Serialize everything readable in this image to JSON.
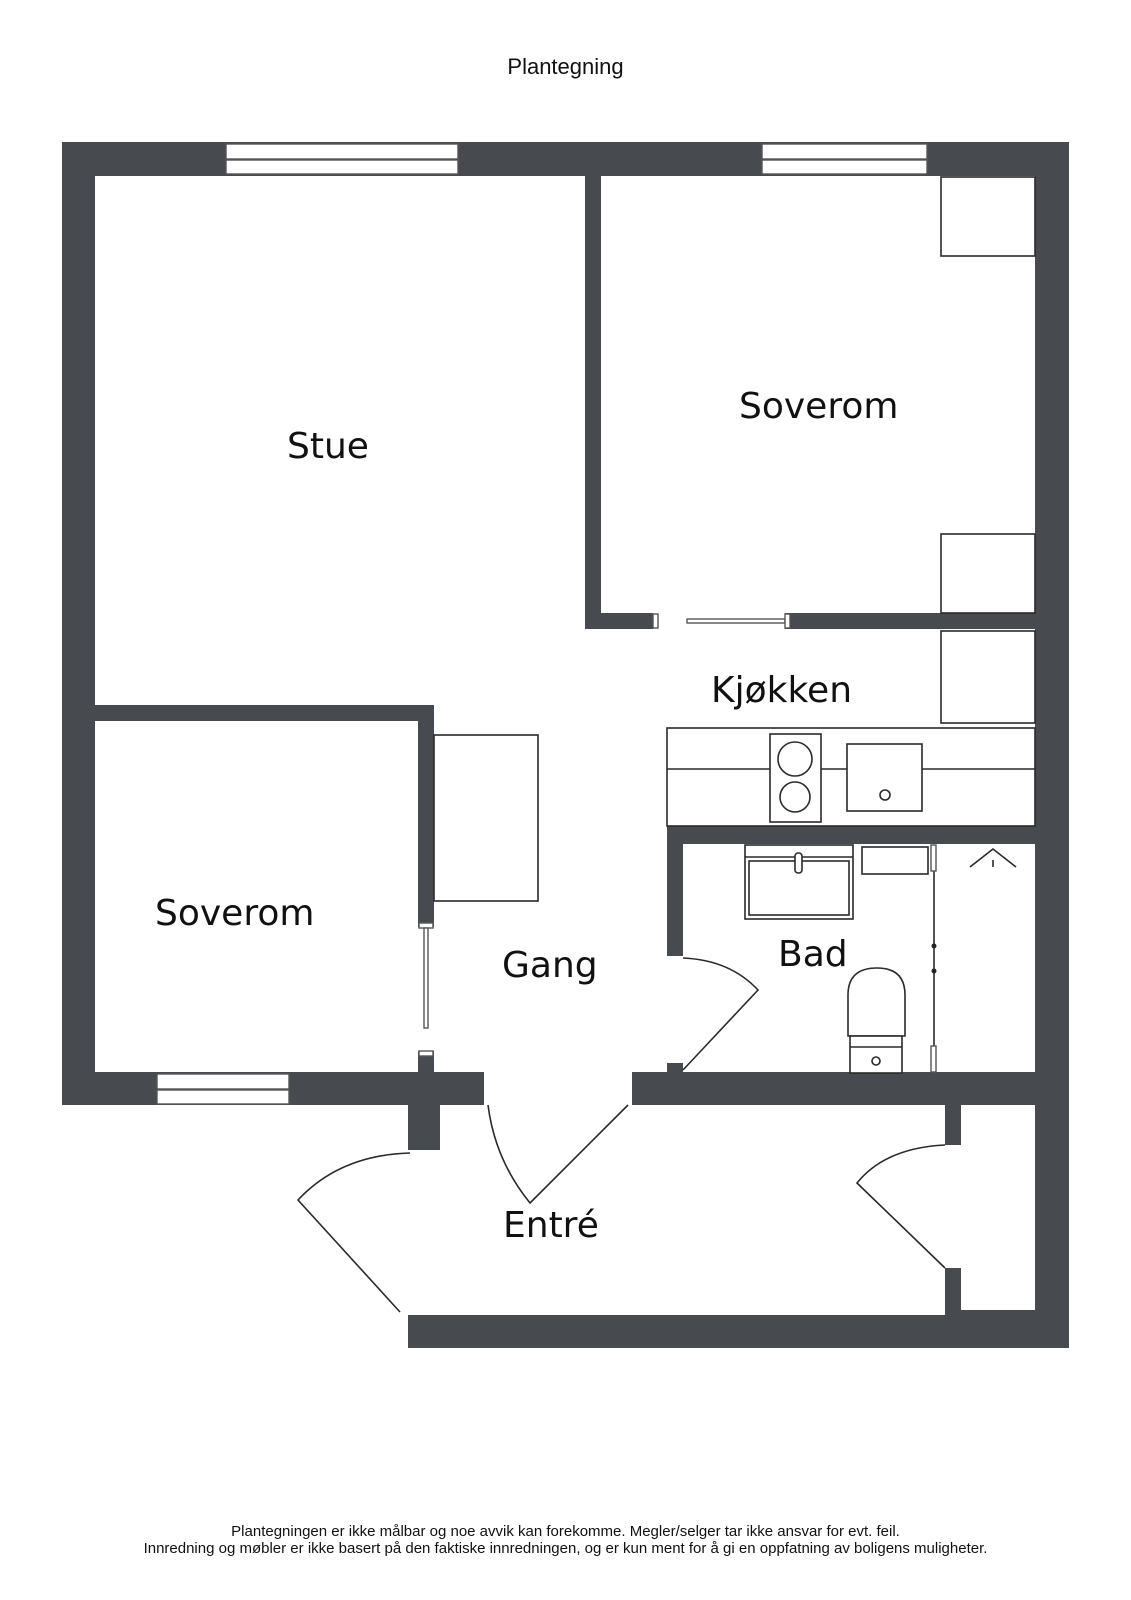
{
  "header": {
    "title": "Plantegning"
  },
  "rooms": [
    {
      "id": "stue",
      "label": "Stue"
    },
    {
      "id": "soverom-1",
      "label": "Soverom"
    },
    {
      "id": "soverom-2",
      "label": "Soverom"
    },
    {
      "id": "kjokken",
      "label": "Kjøkken"
    },
    {
      "id": "gang",
      "label": "Gang"
    },
    {
      "id": "bad",
      "label": "Bad"
    },
    {
      "id": "entre",
      "label": "Entré"
    }
  ],
  "colors": {
    "wall": "#474a4f",
    "background": "#ffffff",
    "text": "#111111"
  },
  "footer": {
    "disclaimer_line1": "Plantegningen er ikke målbar og noe avvik kan forekomme. Megler/selger tar ikke ansvar for evt. feil.",
    "disclaimer_line2": "Innredning og møbler er ikke basert på den faktiske innredningen, og er kun ment for å gi en oppfatning av boligens muligheter."
  }
}
